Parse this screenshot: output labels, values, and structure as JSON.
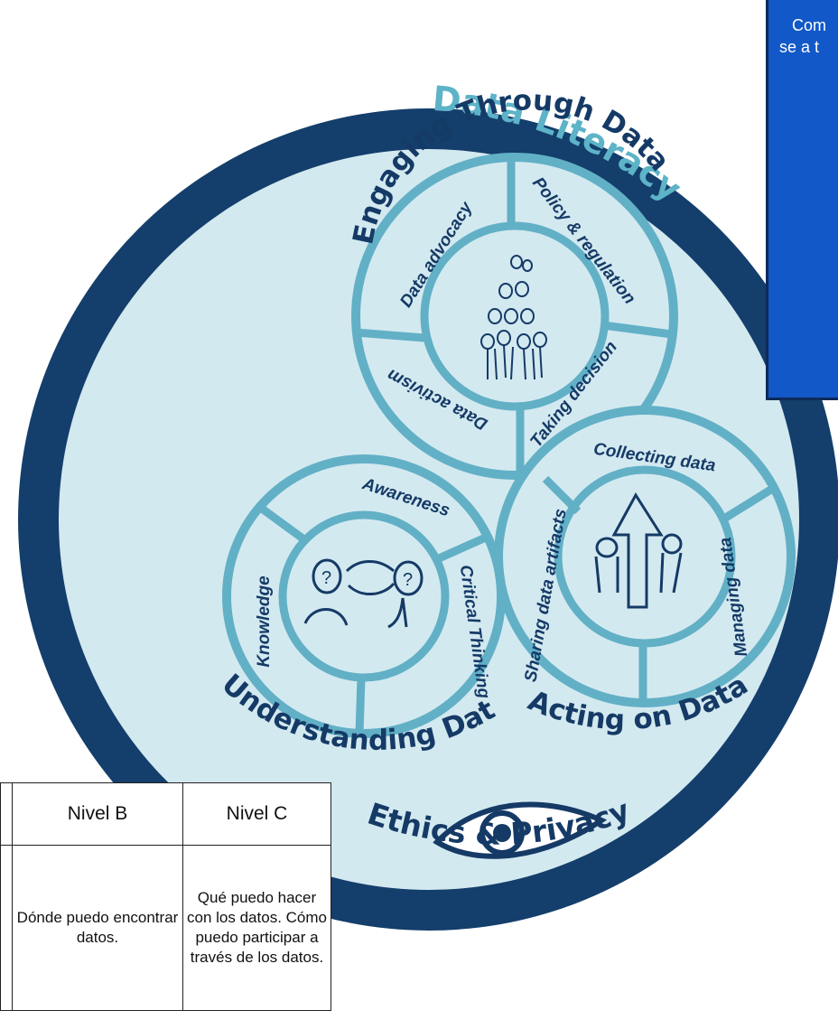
{
  "outer_ring": {
    "title": "Data Literacy",
    "bottom_label": "Ethics & Privacy"
  },
  "engaging": {
    "title": "Engaging Through Data",
    "segments": [
      "Data advocacy",
      "Policy & regulation",
      "Taking decision",
      "Data activism"
    ]
  },
  "understanding": {
    "title": "Understanding Data",
    "segments": [
      "Awareness",
      "Critical Thinking",
      "Knowledge"
    ]
  },
  "acting": {
    "title": "Acting on Data",
    "segments": [
      "Collecting data",
      "Managing data",
      "Sharing data artifacts"
    ]
  },
  "side_box": {
    "line1": "Com",
    "line2": "se a t"
  },
  "table": {
    "headers": [
      "Nivel B",
      "Nivel C"
    ],
    "row": [
      "Dónde puedo encontrar datos.",
      "Qué puedo hacer con los datos. Cómo puedo participar a través de los datos."
    ]
  },
  "colors": {
    "outer_ring": "#143e6b",
    "inner_disc": "#d3e9f0",
    "circle_stroke": "#62b0c6",
    "text_dark": "#153a66",
    "title_teal": "#5db3c8",
    "side_box": "#1258c8"
  },
  "icons": [
    "people-pyramid-icon",
    "thinking-heads-icon",
    "arrow-people-icon",
    "eye-icon"
  ]
}
